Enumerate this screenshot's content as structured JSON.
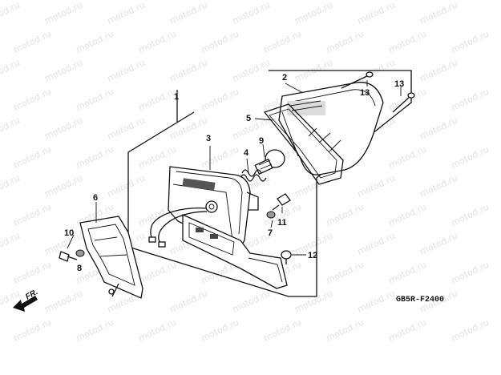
{
  "diagram": {
    "code": "GB5R-F2400",
    "direction_label": "FR.",
    "watermark": "motod.ru",
    "callouts": [
      {
        "id": "1",
        "label": "1"
      },
      {
        "id": "2",
        "label": "2"
      },
      {
        "id": "3",
        "label": "3"
      },
      {
        "id": "4",
        "label": "4"
      },
      {
        "id": "5",
        "label": "5"
      },
      {
        "id": "6",
        "label": "6"
      },
      {
        "id": "7",
        "label": "7"
      },
      {
        "id": "8",
        "label": "8"
      },
      {
        "id": "9",
        "label": "9"
      },
      {
        "id": "10",
        "label": "10"
      },
      {
        "id": "11",
        "label": "11"
      },
      {
        "id": "12",
        "label": "12"
      },
      {
        "id": "13a",
        "label": "13"
      },
      {
        "id": "13b",
        "label": "13"
      }
    ]
  }
}
